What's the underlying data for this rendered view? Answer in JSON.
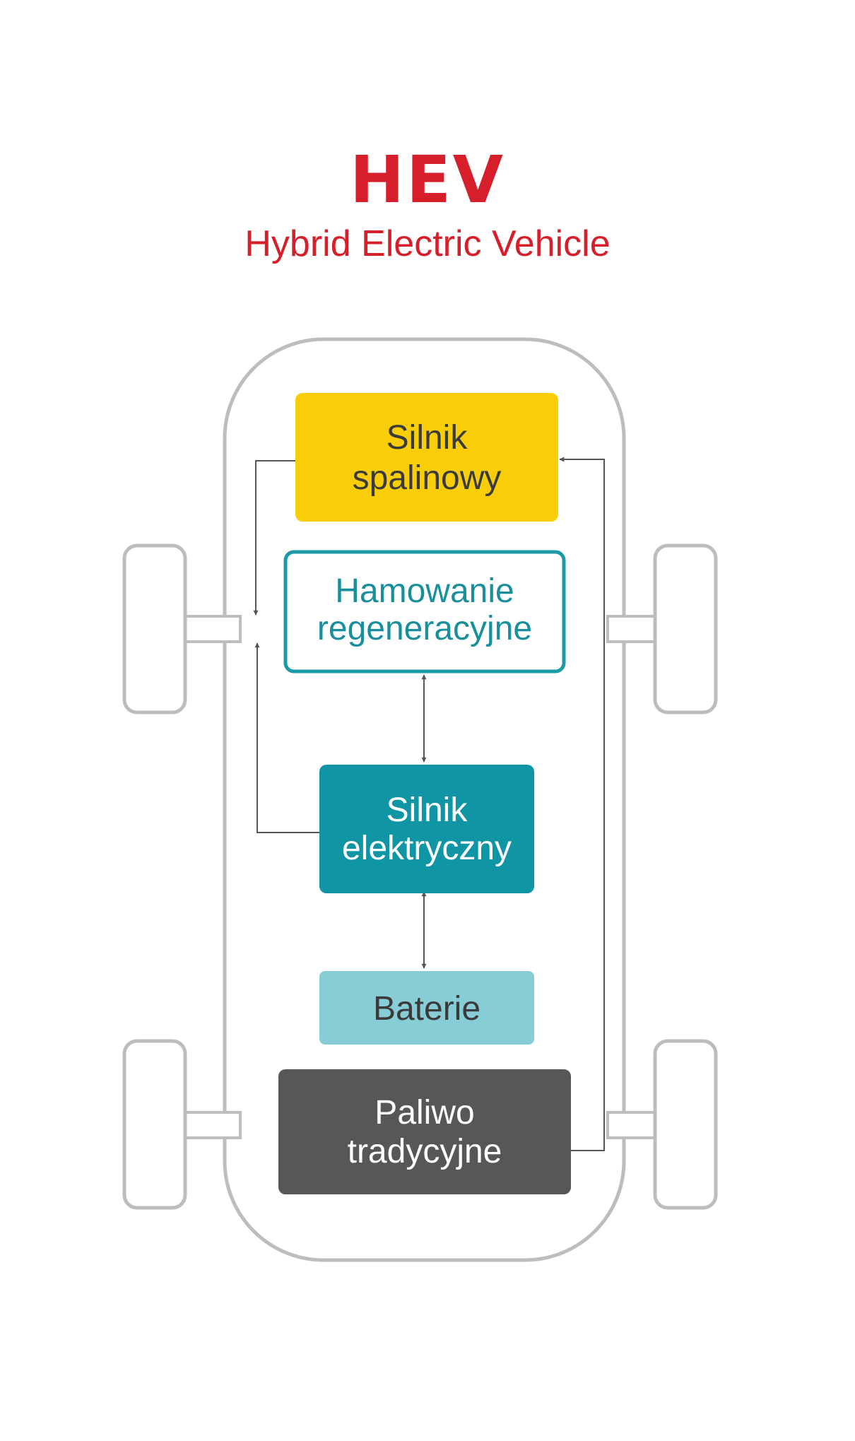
{
  "header": {
    "title": "HEV",
    "subtitle": "Hybrid Electric Vehicle"
  },
  "colors": {
    "title": "#d71f2b",
    "car_outline": "#bdbdbd",
    "arrow": "#555555",
    "engine_box": "#f9ce08",
    "regen_border": "#1a9aa6",
    "regen_text": "#1a8f9c",
    "electric_box": "#0f95a4",
    "battery_box": "#86cdd6",
    "fuel_box": "#575757",
    "dark_text": "#3a3a3a",
    "light_text": "#ffffff"
  },
  "components": {
    "combustion_engine": {
      "line1": "Silnik",
      "line2": "spalinowy"
    },
    "regenerative_braking": {
      "line1": "Hamowanie",
      "line2": "regeneracyjne"
    },
    "electric_motor": {
      "line1": "Silnik",
      "line2": "elektryczny"
    },
    "battery": {
      "label": "Baterie"
    },
    "fuel": {
      "line1": "Paliwo",
      "line2": "tradycyjne"
    }
  }
}
